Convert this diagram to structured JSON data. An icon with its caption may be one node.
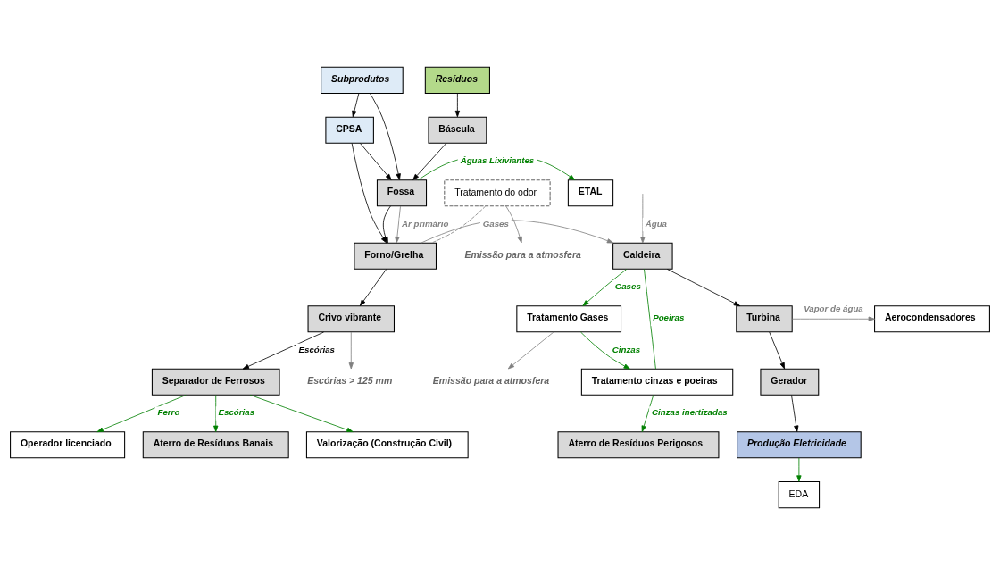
{
  "diagram": {
    "nodes": [
      {
        "text": [
          "Subprodutos"
        ]
      },
      {
        "text": [
          "CPSA"
        ]
      },
      {
        "text": [
          "Resíduos"
        ]
      },
      {
        "text": [
          "Báscula"
        ]
      },
      {
        "text": [
          "Fossa"
        ]
      },
      {
        "text": [
          "ETAL"
        ]
      },
      {
        "text": [
          "Tratamento do odor"
        ]
      },
      {
        "text": [
          "Forno/Grelha"
        ]
      },
      {
        "text": [
          "Crivo vibrante"
        ]
      },
      {
        "text": [
          "Separador de Ferrosos"
        ]
      },
      {
        "text": [
          "Aterro de Resíduos Banais"
        ]
      },
      {
        "text": [
          "Valorização (Construção Civil)"
        ]
      },
      {
        "text": [
          "Operador licenciado"
        ]
      },
      {
        "text": [
          "EDA"
        ]
      },
      {
        "text": [
          "Produção Eletricidade"
        ]
      },
      {
        "text": [
          "Gerador"
        ]
      },
      {
        "text": [
          "Turbina"
        ]
      },
      {
        "text": [
          "Aerocondensadores"
        ]
      },
      {
        "text": [
          "Caldeira"
        ]
      },
      {
        "text": [
          "Tratamento Gases"
        ]
      },
      {
        "text": [
          "Tratamento cinzas e poeiras"
        ]
      },
      {
        "text": [
          "Aterro de Resíduos Perigosos"
        ]
      },
      {
        "text": [
          "Emissão para a atmosfera"
        ]
      },
      {
        "text": [
          "Escórias > 125 mm"
        ]
      },
      {
        "text": [
          "Emissão para a atmosfera"
        ]
      }
    ],
    "edges": [
      {
        "from": 0,
        "to": 1,
        "arrow": "to"
      },
      {
        "from": 0,
        "to": 4,
        "arrow": "to"
      },
      {
        "from": 1,
        "to": 4,
        "arrow": "to"
      },
      {
        "from": 1,
        "to": 7,
        "arrow": "to"
      },
      {
        "from": 2,
        "to": 3,
        "arrow": "to"
      },
      {
        "from": 3,
        "to": 4,
        "arrow": "to"
      },
      {
        "from": 4,
        "to": 5,
        "arrow": "to",
        "label": "Águas Lixiviantes",
        "color": "#008000"
      },
      {
        "from": 4,
        "to": 7,
        "arrow": "to"
      },
      {
        "from": 4,
        "to": 7,
        "arrow": "to",
        "label": "Ar primário",
        "color": "#808080"
      },
      {
        "from": 6,
        "to": 7,
        "arrow": "none",
        "style": "dashed",
        "color": "#808080"
      },
      {
        "from": 6,
        "to": 22,
        "arrow": "to",
        "color": "#808080"
      },
      {
        "from": 7,
        "to": 8,
        "arrow": "to"
      },
      {
        "from": 7,
        "to": 18,
        "arrow": "to",
        "label": "Gases",
        "color": "#808080"
      },
      {
        "from": 8,
        "to": 9,
        "arrow": "to",
        "label": "Escórias"
      },
      {
        "from": 8,
        "to": 23,
        "arrow": "to",
        "color": "#808080"
      },
      {
        "from": 9,
        "to": 10,
        "arrow": "to",
        "label": "Escórias",
        "color": "#008000"
      },
      {
        "from": 9,
        "to": 11,
        "arrow": "to",
        "color": "#008000"
      },
      {
        "from": 9,
        "to": 12,
        "arrow": "to",
        "label": "Ferro",
        "color": "#008000"
      },
      {
        "from": 15,
        "to": 14,
        "arrow": "to"
      },
      {
        "from": 14,
        "to": 13,
        "arrow": "to",
        "color": "#008000"
      },
      {
        "from": 16,
        "to": 15,
        "arrow": "to"
      },
      {
        "from": 18,
        "to": 16,
        "arrow": "to"
      },
      {
        "from": 16,
        "to": 17,
        "arrow": "to",
        "label": "Vapor de água",
        "color": "#808080"
      },
      {
        "from": null,
        "to": 18,
        "arrow": "to",
        "label": "Água",
        "color": "#808080"
      },
      {
        "from": 18,
        "to": 19,
        "arrow": "to",
        "label": "Gases",
        "color": "#008000"
      },
      {
        "from": 18,
        "to": 20,
        "arrow": "none",
        "label": "Poeiras",
        "color": "#008000"
      },
      {
        "from": 19,
        "to": 20,
        "arrow": "to",
        "label": "Cinzas",
        "color": "#008000"
      },
      {
        "from": 19,
        "to": 24,
        "arrow": "to",
        "color": "#808080"
      },
      {
        "from": 20,
        "to": 21,
        "arrow": "to",
        "label": "Cinzas inertizadas",
        "color": "#008000"
      }
    ]
  }
}
